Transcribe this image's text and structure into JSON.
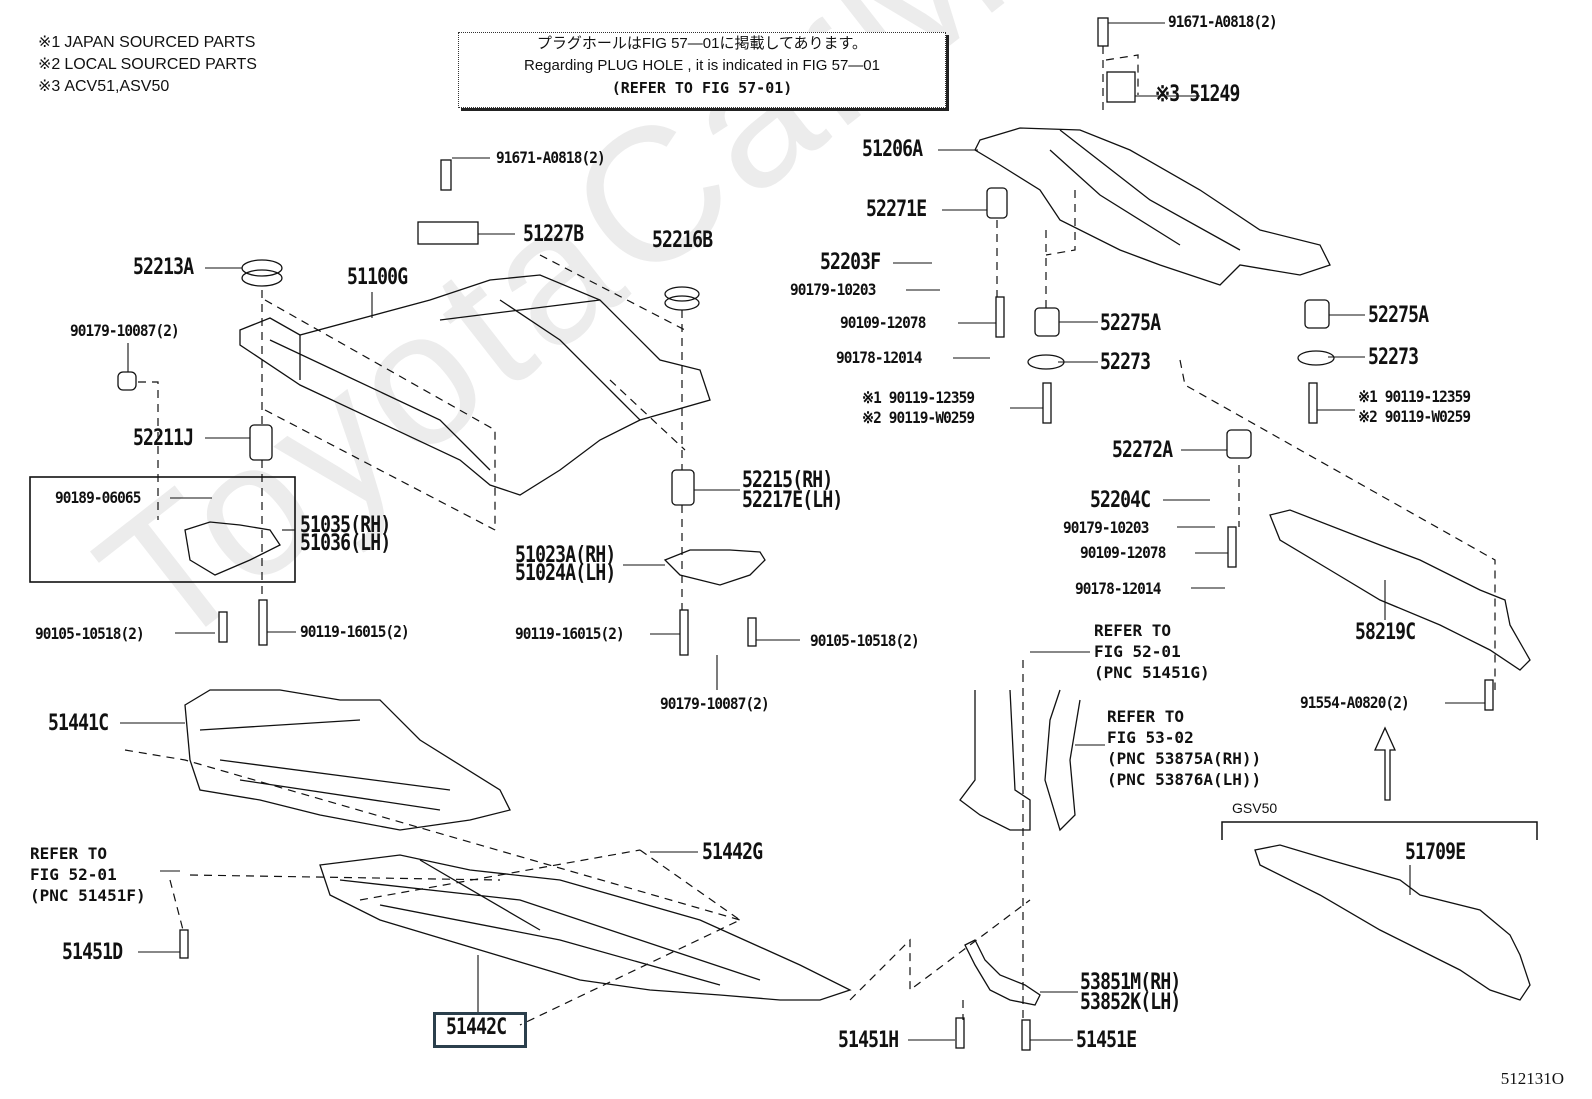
{
  "legend": [
    {
      "mark": "※1",
      "text": "JAPAN SOURCED PARTS"
    },
    {
      "mark": "※2",
      "text": "LOCAL SOURCED PARTS"
    },
    {
      "mark": "※3",
      "text": "ACV51,ASV50"
    }
  ],
  "note": {
    "line_jp": "プラグホールはFIG 57—01に掲載してあります。",
    "line_en": "Regarding  PLUG  HOLE , it is indicated in FIG  57—01",
    "line_ref": "(REFER TO FIG 57-01)"
  },
  "parts": {
    "p91671_top_right": "91671-A0818(2)",
    "p51249": "※3 51249",
    "p51206A": "51206A",
    "p52271E": "52271E",
    "p52203F": "52203F",
    "p90179_10203_a": "90179-10203",
    "p90109_12078_a": "90109-12078",
    "p90178_12014_a": "90178-12014",
    "p90119_12359_a": "※1 90119-12359",
    "p90119_W0259_a": "※2 90119-W0259",
    "p52275A_a": "52275A",
    "p52273_a": "52273",
    "p52275A_b": "52275A",
    "p52273_b": "52273",
    "p90119_12359_b": "※1 90119-12359",
    "p90119_W0259_b": "※2 90119-W0259",
    "p52272A": "52272A",
    "p52204C": "52204C",
    "p90179_10203_b": "90179-10203",
    "p90109_12078_b": "90109-12078",
    "p90178_12014_b": "90178-12014",
    "p58219C": "58219C",
    "p91554": "91554-A0820(2)",
    "p51709E": "51709E",
    "p91671_center": "91671-A0818(2)",
    "p51227B": "51227B",
    "p52216B": "52216B",
    "p52213A": "52213A",
    "p51100G": "51100G",
    "p90179_10087_a": "90179-10087(2)",
    "p52211J": "52211J",
    "p90189_06065": "90189-06065",
    "p51035": "51035(RH)",
    "p51036": "51036(LH)",
    "p90105_10518_a": "90105-10518(2)",
    "p90119_16015_a": "90119-16015(2)",
    "p52215": "52215(RH)",
    "p52217E": "52217E(LH)",
    "p51023A": "51023A(RH)",
    "p51024A": "51024A(LH)",
    "p90119_16015_b": "90119-16015(2)",
    "p90105_10518_b": "90105-10518(2)",
    "p90179_10087_b": "90179-10087(2)",
    "p51441C": "51441C",
    "p51442G": "51442G",
    "p51442C": "51442C",
    "p51451D": "51451D",
    "p51451H": "51451H",
    "p51451E": "51451E",
    "p53851M": "53851M(RH)",
    "p53852K": "53852K(LH)"
  },
  "refs": {
    "ref_51451F": [
      "REFER TO",
      "FIG 52-01",
      "(PNC 51451F)"
    ],
    "ref_51451G": [
      "REFER TO",
      "FIG 52-01",
      "(PNC 51451G)"
    ],
    "ref_53875A": [
      "REFER TO",
      "FIG 53-02",
      "(PNC 53875A(RH))",
      "(PNC 53876A(LH))"
    ]
  },
  "variant_label": "GSV50",
  "figure_id": "512131O",
  "watermark": "ToyotaCarMine.ru",
  "highlight_color": "#2b3f4c"
}
